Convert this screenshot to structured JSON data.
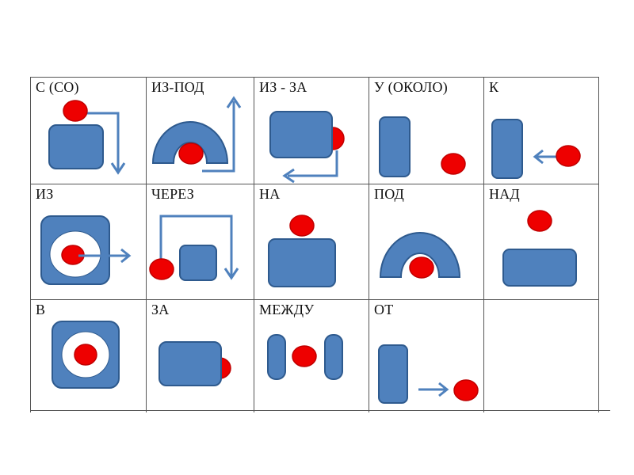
{
  "colors": {
    "shape_fill": "#4F81BD",
    "shape_stroke": "#2E5A8E",
    "ball_fill": "#EE0000",
    "ball_stroke": "#C00000",
    "arrow": "#4F81BD",
    "grid": "#555555"
  },
  "prepositions": [
    {
      "label": "С (СО)"
    },
    {
      "label": "ИЗ-ПОД"
    },
    {
      "label": "ИЗ - ЗА"
    },
    {
      "label": "У  (ОКОЛО)"
    },
    {
      "label": "К"
    },
    {
      "label": "ИЗ"
    },
    {
      "label": "ЧЕРЕЗ"
    },
    {
      "label": "НА"
    },
    {
      "label": "ПОД"
    },
    {
      "label": "НАД"
    },
    {
      "label": "В"
    },
    {
      "label": "ЗА"
    },
    {
      "label": "МЕЖДУ"
    },
    {
      "label": "ОТ"
    }
  ]
}
